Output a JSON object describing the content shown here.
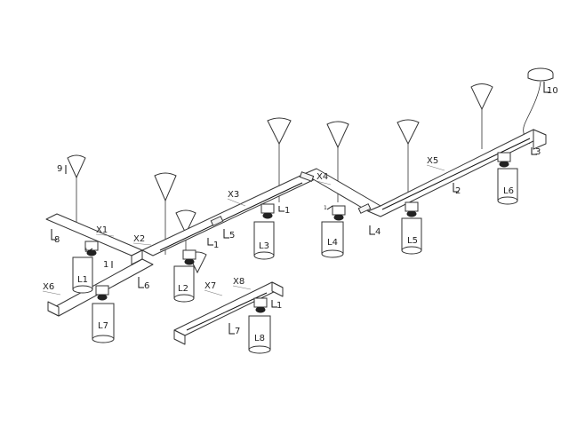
{
  "labels": {
    "lamps": [
      "L1",
      "L2",
      "L3",
      "L4",
      "L5",
      "L6",
      "L7",
      "L8"
    ],
    "rails": [
      "X1",
      "X2",
      "X3",
      "X4",
      "X5",
      "X6",
      "X7",
      "X8"
    ],
    "parts": [
      "1",
      "1",
      "1",
      "1",
      "1",
      "1",
      "2",
      "3",
      "4",
      "5",
      "6",
      "7",
      "8",
      "9",
      "10"
    ]
  }
}
